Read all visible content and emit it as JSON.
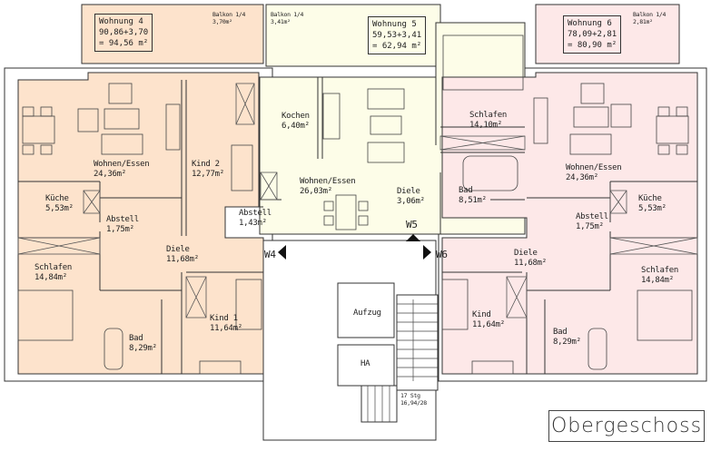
{
  "plan": {
    "title": "Obergeschoss",
    "colors": {
      "wohnung4": "#fde3cc",
      "wohnung5": "#fdfde8",
      "wohnung6": "#fde8e8",
      "wall": "#ffffff",
      "line": "#333333"
    },
    "apartments": [
      {
        "id": "w4",
        "name": "Wohnung 4",
        "calc": "90,86+3,70",
        "total": "= 94,56 m²",
        "balcony_label": "Balkon 1/4",
        "balcony_area": "3,70m²",
        "entry": "W4"
      },
      {
        "id": "w5",
        "name": "Wohnung 5",
        "calc": "59,53+3,41",
        "total": "= 62,94 m²",
        "balcony_label": "Balkon 1/4",
        "balcony_area": "3,41m²",
        "entry": "W5"
      },
      {
        "id": "w6",
        "name": "Wohnung 6",
        "calc": "78,09+2,81",
        "total": "= 80,90 m²",
        "balcony_label": "Balkon 1/4",
        "balcony_area": "2,81m²",
        "entry": "W6"
      }
    ],
    "rooms": {
      "w4_wohnen": {
        "name": "Wohnen/Essen",
        "area": "24,36m²"
      },
      "w4_kind2": {
        "name": "Kind 2",
        "area": "12,77m²"
      },
      "w4_kueche": {
        "name": "Küche",
        "area": "5,53m²"
      },
      "w4_abstell": {
        "name": "Abstell",
        "area": "1,75m²"
      },
      "w4_diele": {
        "name": "Diele",
        "area": "11,68m²"
      },
      "w4_schlafen": {
        "name": "Schlafen",
        "area": "14,84m²"
      },
      "w4_bad": {
        "name": "Bad",
        "area": "8,29m²"
      },
      "w4_kind1": {
        "name": "Kind 1",
        "area": "11,64m²"
      },
      "w5_kochen": {
        "name": "Kochen",
        "area": "6,40m²"
      },
      "w5_wohnen": {
        "name": "Wohnen/Essen",
        "area": "26,03m²"
      },
      "w5_abstell": {
        "name": "Abstell",
        "area": "1,43m²"
      },
      "w5_diele": {
        "name": "Diele",
        "area": "3,06m²"
      },
      "w5_schlafen": {
        "name": "Schlafen",
        "area": "14,10m²"
      },
      "w5_bad": {
        "name": "Bad",
        "area": "8,51m²"
      },
      "w6_wohnen": {
        "name": "Wohnen/Essen",
        "area": "24,36m²"
      },
      "w6_kueche": {
        "name": "Küche",
        "area": "5,53m²"
      },
      "w6_abstell": {
        "name": "Abstell",
        "area": "1,75m²"
      },
      "w6_diele": {
        "name": "Diele",
        "area": "11,68m²"
      },
      "w6_schlafen": {
        "name": "Schlafen",
        "area": "14,84m²"
      },
      "w6_kind": {
        "name": "Kind",
        "area": "11,64m²"
      },
      "w6_bad": {
        "name": "Bad",
        "area": "8,29m²"
      }
    },
    "core": {
      "elevator": "Aufzug",
      "ha": "HA",
      "stairs_line1": "17 Stg",
      "stairs_line2": "16,94/28"
    }
  }
}
